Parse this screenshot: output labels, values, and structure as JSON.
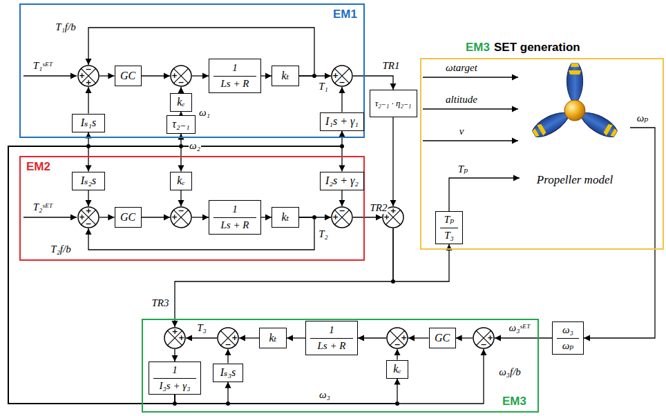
{
  "diagram": {
    "nodes": [
      {
        "text": [
          "EM1"
        ]
      },
      {
        "text": [
          "−",
          "+",
          "+"
        ],
        "in": 0
      },
      {
        "text": [
          "GC"
        ],
        "in": 0
      },
      {
        "text": [
          "+",
          "−"
        ],
        "in": 0
      },
      {
        "text": [
          "1",
          "Ls + R"
        ],
        "in": 0
      },
      {
        "text": [
          "kₜ"
        ],
        "in": 0
      },
      {
        "text": [
          "+",
          "−"
        ],
        "in": 0
      },
      {
        "text": [
          "kₑ"
        ],
        "in": 0
      },
      {
        "text": [
          "τ₂₋₁"
        ],
        "in": 0
      },
      {
        "text": [
          "Iₛ₁s"
        ],
        "in": 0
      },
      {
        "text": [
          "I₁s + γ₁"
        ],
        "in": 0
      },
      {
        "text": [
          "EM2"
        ]
      },
      {
        "text": [
          "Iₛ₂s"
        ],
        "in": 11
      },
      {
        "text": [
          "kₑ"
        ],
        "in": 11
      },
      {
        "text": [
          "I₂s + γ₂"
        ],
        "in": 11
      },
      {
        "text": [
          "+",
          "+",
          "−"
        ],
        "in": 11
      },
      {
        "text": [
          "GC"
        ],
        "in": 11
      },
      {
        "text": [
          "−",
          "+"
        ],
        "in": 11
      },
      {
        "text": [
          "1",
          "Ls + R"
        ],
        "in": 11
      },
      {
        "text": [
          "kₜ"
        ],
        "in": 11
      },
      {
        "text": [
          "−",
          "+"
        ],
        "in": 11
      },
      {
        "text": [
          "τ₂₋₁ · η₂₋₁"
        ]
      },
      {
        "text": [
          "+",
          "+"
        ]
      },
      {
        "text": [
          "EM3",
          "SET generation"
        ]
      },
      {
        "text": [
          "Propeller model"
        ],
        "in": 23
      },
      {
        "text": [
          "Tₚ",
          "T₃"
        ],
        "in": 23
      },
      {
        "text": [
          "ω₃",
          "ωₚ"
        ]
      },
      {
        "text": [
          "EM3"
        ]
      },
      {
        "text": [
          "+",
          "−"
        ],
        "in": 27
      },
      {
        "text": [
          "GC"
        ],
        "in": 27
      },
      {
        "text": [
          "+",
          "−"
        ],
        "in": 27
      },
      {
        "text": [
          "1",
          "Ls + R"
        ],
        "in": 27
      },
      {
        "text": [
          "kₜ"
        ],
        "in": 27
      },
      {
        "text": [
          "+",
          "−"
        ],
        "in": 27
      },
      {
        "text": [
          "+",
          "+"
        ],
        "in": 27
      },
      {
        "text": [
          "Iₛ₃s"
        ],
        "in": 27
      },
      {
        "text": [
          "kₑ"
        ],
        "in": 27
      },
      {
        "text": [
          "1",
          "I₃s + γ₃"
        ],
        "in": 27
      }
    ],
    "edges": [
      {
        "from": 1,
        "to": 2,
        "arrow": "to"
      },
      {
        "from": 2,
        "to": 3,
        "arrow": "to"
      },
      {
        "from": 3,
        "to": 4,
        "arrow": "to"
      },
      {
        "from": 4,
        "to": 5,
        "arrow": "to"
      },
      {
        "from": 5,
        "to": 6,
        "arrow": "to"
      },
      {
        "from": 5,
        "to": 1,
        "arrow": "to",
        "label": "T₁f/b"
      },
      {
        "from": 9,
        "to": 1,
        "arrow": "to"
      },
      {
        "from": 7,
        "to": 3,
        "arrow": "to"
      },
      {
        "from": 8,
        "to": 7,
        "arrow": "to",
        "label": "ω₁"
      },
      {
        "from": 10,
        "to": 6,
        "arrow": "to"
      },
      {
        "from": 6,
        "to": 21,
        "arrow": "to",
        "label": "TR1"
      },
      {
        "from": 21,
        "to": 22,
        "arrow": "to"
      },
      {
        "from": 12,
        "to": 15,
        "arrow": "to"
      },
      {
        "from": 15,
        "to": 16,
        "arrow": "to"
      },
      {
        "from": 16,
        "to": 17,
        "arrow": "to"
      },
      {
        "from": 13,
        "to": 17,
        "arrow": "to"
      },
      {
        "from": 17,
        "to": 18,
        "arrow": "to"
      },
      {
        "from": 18,
        "to": 19,
        "arrow": "to"
      },
      {
        "from": 19,
        "to": 20,
        "arrow": "to"
      },
      {
        "from": 14,
        "to": 20,
        "arrow": "to"
      },
      {
        "from": 19,
        "to": 15,
        "arrow": "to",
        "label": "T₂f/b"
      },
      {
        "from": 20,
        "to": 22,
        "arrow": "to",
        "label": "TR2"
      },
      {
        "from": 22,
        "to": 25,
        "arrow": "to"
      },
      {
        "from": 25,
        "to": 24,
        "arrow": "to",
        "label": "Tₚ"
      },
      {
        "from": 24,
        "to": 26,
        "arrow": "to",
        "label": "ωₚ"
      },
      {
        "from": 26,
        "to": 28,
        "arrow": "to",
        "label": "ω₃ˢᴱᵀ"
      },
      {
        "from": 28,
        "to": 29,
        "arrow": "to"
      },
      {
        "from": 29,
        "to": 30,
        "arrow": "to"
      },
      {
        "from": 36,
        "to": 30,
        "arrow": "to"
      },
      {
        "from": 30,
        "to": 31,
        "arrow": "to"
      },
      {
        "from": 31,
        "to": 32,
        "arrow": "to"
      },
      {
        "from": 32,
        "to": 33,
        "arrow": "to"
      },
      {
        "from": 35,
        "to": 33,
        "arrow": "to"
      },
      {
        "from": 33,
        "to": 34,
        "arrow": "to",
        "label": "T₃"
      },
      {
        "from": 22,
        "to": 34,
        "arrow": "to",
        "label": "TR3"
      },
      {
        "from": 34,
        "to": 37,
        "arrow": "to"
      },
      {
        "from": 37,
        "to": 35,
        "arrow": "to"
      },
      {
        "from": 37,
        "to": 36,
        "arrow": "to"
      },
      {
        "from": 37,
        "to": 28,
        "arrow": "to",
        "label": "ω₃f/b"
      },
      {
        "from": 37,
        "to": 9,
        "arrow": "to"
      },
      {
        "from": 37,
        "to": 12,
        "arrow": "to"
      },
      {
        "from": 37,
        "to": 8,
        "arrow": "to"
      },
      {
        "from": 37,
        "to": 13,
        "arrow": "to"
      },
      {
        "from": 37,
        "to": 10,
        "arrow": "to"
      },
      {
        "from": 37,
        "to": 14,
        "arrow": "to"
      }
    ],
    "labels": [
      "T₁ˢᴱᵀ",
      "T₁",
      "T₂ˢᴱᵀ",
      "T₂",
      "ω₂",
      "ωtarget",
      "altitude",
      "v",
      "ω₃"
    ]
  }
}
